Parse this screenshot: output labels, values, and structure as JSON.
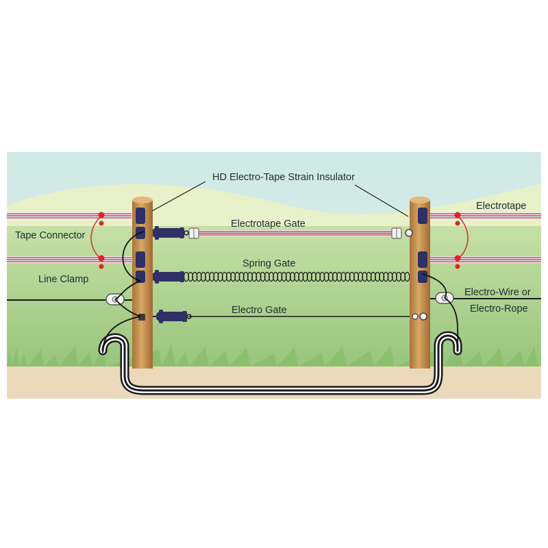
{
  "labels": {
    "strain_insulator": "HD Electro-Tape Strain Insulator",
    "electrotape_right": "Electrotape",
    "tape_connector": "Tape Connector",
    "electrotape_gate": "Electrotape Gate",
    "spring_gate": "Spring Gate",
    "line_clamp": "Line Clamp",
    "electro_gate": "Electro Gate",
    "electro_wire_line1": "Electro-Wire or",
    "electro_wire_line2": "Electro-Rope"
  },
  "colors": {
    "sky": "#d4ece6",
    "hill": "#e9f2c8",
    "grass": "#a9d18e",
    "ground": "#ecd9bb",
    "post": "#c8934f",
    "tape_red": "#d64a4a",
    "tape_blue": "#5b63b8",
    "handle": "#2e3066",
    "connector_red": "#d8262a",
    "wire": "#111111"
  }
}
